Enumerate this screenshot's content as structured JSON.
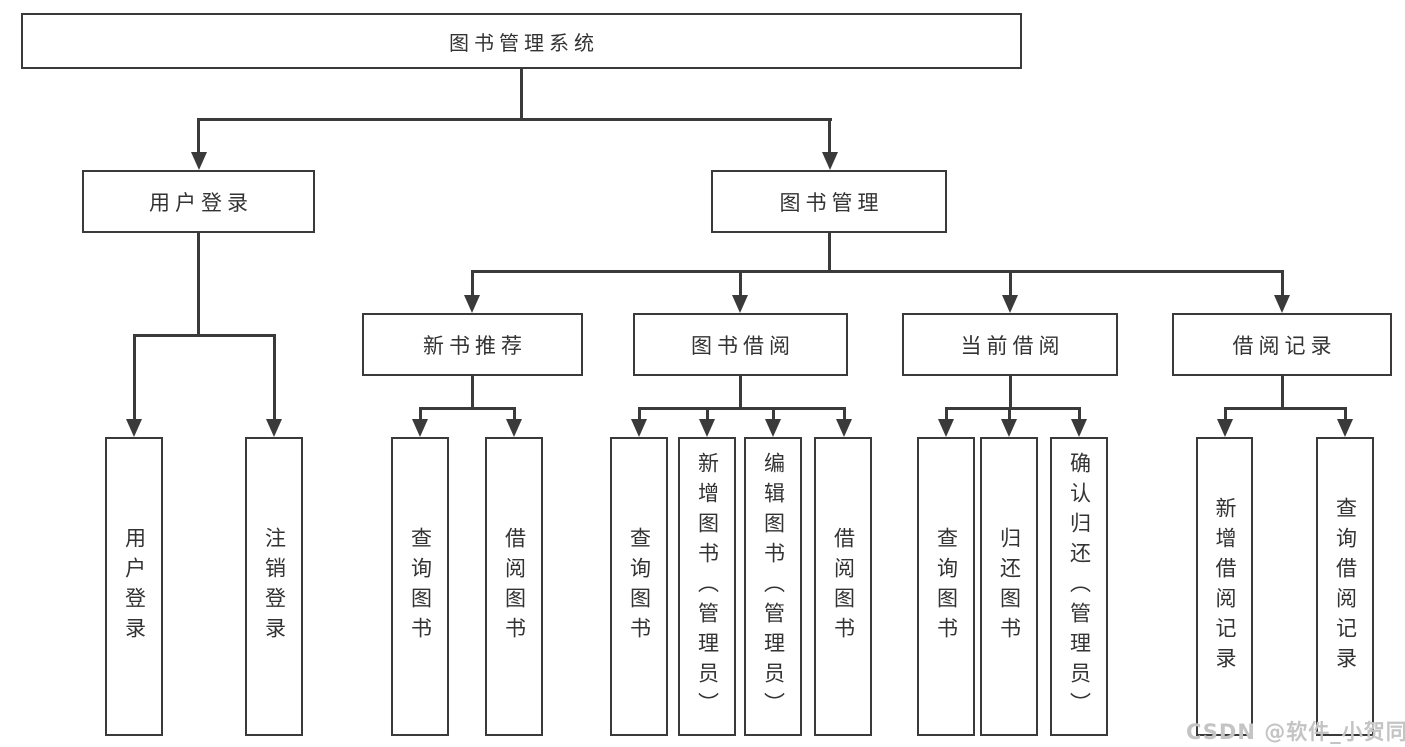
{
  "colors": {
    "line": "#3a3a3a",
    "text": "#333333",
    "watermark": "#c4c4c4",
    "background": "#ffffff"
  },
  "tree": {
    "root": {
      "label": "图书管理系统"
    },
    "branches": [
      {
        "label": "用户登录",
        "children": [
          {
            "label": "用户登录"
          },
          {
            "label": "注销登录"
          }
        ]
      },
      {
        "label": "图书管理",
        "children": [
          {
            "label": "新书推荐",
            "children": [
              {
                "label": "查询图书"
              },
              {
                "label": "借阅图书"
              }
            ]
          },
          {
            "label": "图书借阅",
            "children": [
              {
                "label": "查询图书"
              },
              {
                "label": "新增图书（管理员）"
              },
              {
                "label": "编辑图书（管理员）"
              },
              {
                "label": "借阅图书"
              }
            ]
          },
          {
            "label": "当前借阅",
            "children": [
              {
                "label": "查询图书"
              },
              {
                "label": "归还图书"
              },
              {
                "label": "确认归还（管理员）"
              }
            ]
          },
          {
            "label": "借阅记录",
            "children": [
              {
                "label": "新增借阅记录"
              },
              {
                "label": "查询借阅记录"
              }
            ]
          }
        ]
      }
    ]
  },
  "watermark": {
    "text": "CSDN @软件_小贺同学"
  }
}
